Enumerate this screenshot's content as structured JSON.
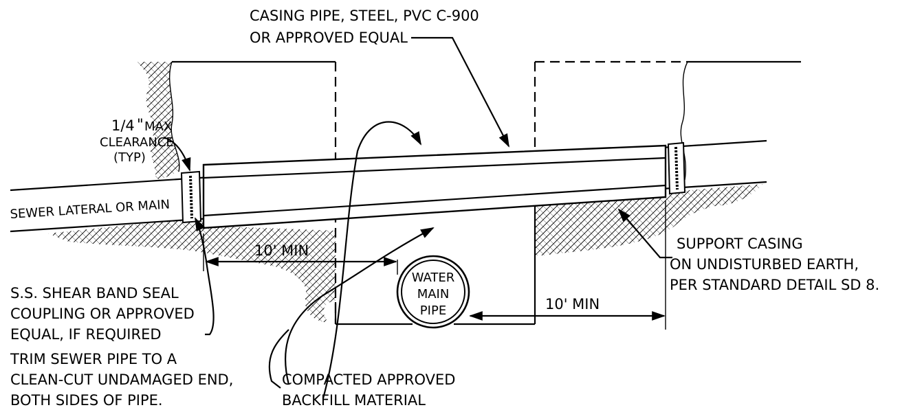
{
  "labels": {
    "casing_line1": "CASING PIPE, STEEL, PVC C-900",
    "casing_line2": "OR APPROVED EQUAL",
    "clearance_fraction": "1/4",
    "clearance_quote": "\"",
    "clearance_max": "MAX",
    "clearance_line2": "CLEARANCE",
    "clearance_line3": "(TYP)",
    "sewer": "SEWER LATERAL OR MAIN",
    "min_left": "10' MIN",
    "min_right": "10' MIN",
    "water_line1": "WATER",
    "water_line2": "MAIN",
    "water_line3": "PIPE",
    "support_line1": "SUPPORT CASING",
    "support_line2": "ON UNDISTURBED EARTH,",
    "support_line3": "PER STANDARD DETAIL SD 8.",
    "seal_line1": "S.S. SHEAR BAND SEAL",
    "seal_line2": "COUPLING OR APPROVED",
    "seal_line3": "EQUAL, IF REQUIRED",
    "trim_line1": "TRIM SEWER PIPE TO A",
    "trim_line2": "CLEAN-CUT UNDAMAGED END,",
    "trim_line3": "BOTH SIDES OF PIPE.",
    "backfill_line1": "COMPACTED APPROVED",
    "backfill_line2": "BACKFILL MATERIAL"
  }
}
